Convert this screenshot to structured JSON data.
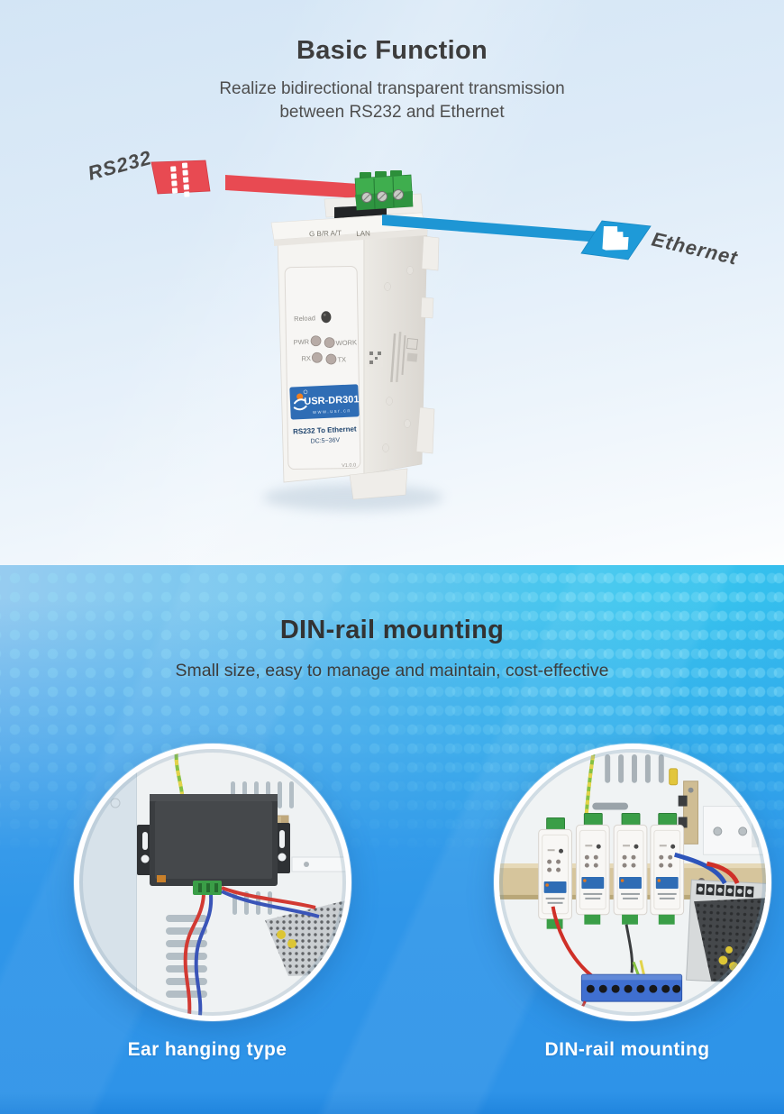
{
  "basic_section": {
    "title": "Basic Function",
    "subtitle_line1": "Realize bidirectional transparent transmission",
    "subtitle_line2": "between RS232 and Ethernet",
    "rs232_label": "RS232",
    "ethernet_label": "Ethernet",
    "device": {
      "port_labels": {
        "serial": "G B/R A/T",
        "lan": "LAN"
      },
      "reload_label": "Reload",
      "leds": [
        "PWR",
        "WORK",
        "RX",
        "TX"
      ],
      "model": "USR-DR301",
      "website": "www.usr.cn",
      "product_name": "RS232 To Ethernet",
      "power_range": "DC:5~36V",
      "firmware_version": "V1.0.0"
    }
  },
  "din_section": {
    "title": "DIN-rail mounting",
    "subtitle": "Small size, easy to manage and maintain, cost-effective",
    "caption_left": "Ear hanging type",
    "caption_right": "DIN-rail mounting"
  },
  "colors": {
    "rs232_accent": "#e84a52",
    "ethernet_accent": "#1e96d4",
    "device_label_blue": "#2f6db5",
    "terminal_green": "#3fae4e",
    "section_blue": "#2f96e9",
    "section_cyan": "#39c6ee",
    "heading_text": "#3d3d3d",
    "caption_text": "#ffffff"
  }
}
